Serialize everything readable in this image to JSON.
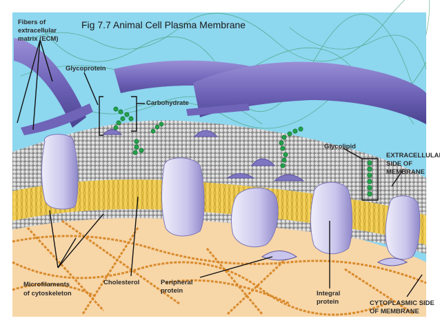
{
  "figure": {
    "title": "Fig 7.7 Animal Cell Plasma Membrane",
    "labels": {
      "ecm_line1": "Fibers of",
      "ecm_line2": "extracellular",
      "ecm_line3": "matrix (ECM)",
      "glycoprotein": "Glycoprotein",
      "carbohydrate": "Carbohydrate",
      "glycolipid": "Glycolipid",
      "extracellular_line1": "EXTRACELLULAR",
      "extracellular_line2": "SIDE OF",
      "extracellular_line3": "MEMBRANE",
      "microfilaments_line1": "Microfilaments",
      "microfilaments_line2": "of cytoskeleton",
      "cholesterol": "Cholesterol",
      "peripheral_line1": "Peripheral",
      "peripheral_line2": "protein",
      "integral_line1": "Integral",
      "integral_line2": "protein",
      "cytoplasmic_line1": "CYTOPLASMIC SIDE",
      "cytoplasmic_line2": "OF MEMBRANE"
    }
  }
}
